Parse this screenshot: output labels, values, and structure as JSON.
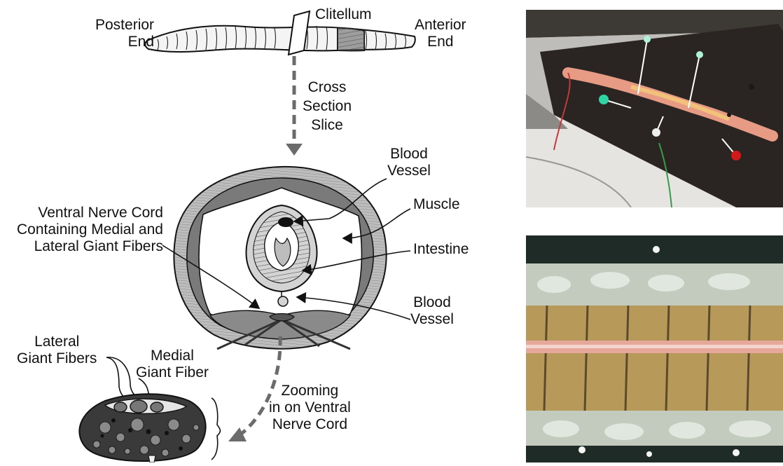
{
  "labels": {
    "posterior": [
      "Posterior",
      "End"
    ],
    "clitellum": "Clitellum",
    "anterior": [
      "Anterior",
      "End"
    ],
    "cross_section": [
      "Cross",
      "Section",
      "Slice"
    ],
    "blood_vessel_top": [
      "Blood",
      "Vessel"
    ],
    "muscle": "Muscle",
    "ventral_nerve_cord": [
      "Ventral Nerve Cord",
      "Containing Medial and",
      "Lateral Giant Fibers"
    ],
    "intestine": "Intestine",
    "blood_vessel_bottom": [
      "Blood",
      "Vessel"
    ],
    "lateral_giant_fibers": [
      "Lateral",
      "Giant Fibers"
    ],
    "medial_giant_fiber": [
      "Medial",
      "Giant Fiber"
    ],
    "zooming": [
      "Zooming",
      "in on Ventral",
      "Nerve Cord"
    ]
  },
  "colors": {
    "ink": "#111111",
    "arrow_gray": "#6b6b6b",
    "muscle_dark": "#6f6f6f",
    "tissue_light": "#cfcfcf",
    "tray": "#2a2522",
    "worm_pink": "#e79a84",
    "segment_tan": "#b79a5a"
  },
  "photos": {
    "top": "dissection-tray-photo",
    "bottom": "ventral-nerve-cord-microscope-photo"
  }
}
